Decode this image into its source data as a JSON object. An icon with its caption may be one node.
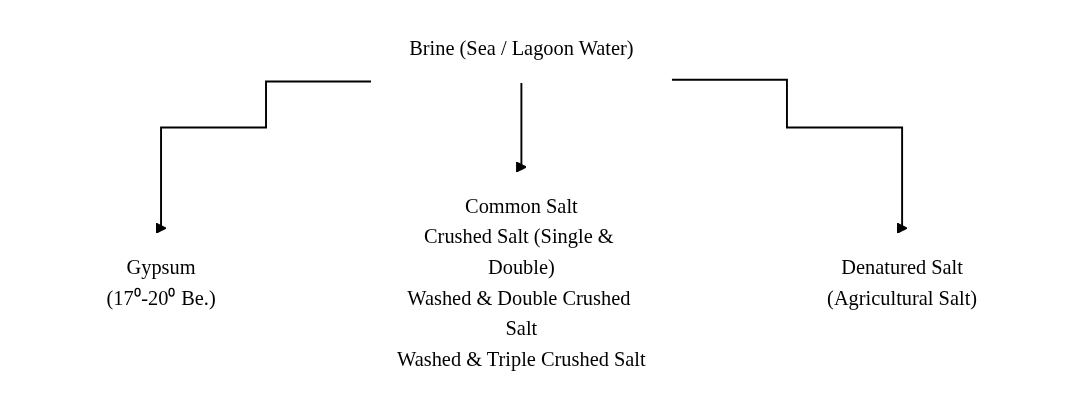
{
  "diagram": {
    "nodes": [
      {
        "text": [
          "Brine (Sea / Lagoon Water)"
        ]
      },
      {
        "text": [
          "Gypsum",
          "(17⁰-20⁰ Be.)"
        ]
      },
      {
        "text": [
          "Common Salt",
          "Crushed Salt (Single & Double)",
          "Washed & Double Crushed Salt",
          "Washed & Triple Crushed Salt"
        ]
      },
      {
        "text": [
          "Denatured Salt",
          "(Agricultural Salt)"
        ]
      }
    ],
    "edges": [
      {
        "from": 0,
        "to": 1,
        "arrow": "to"
      },
      {
        "from": 0,
        "to": 2,
        "arrow": "to"
      },
      {
        "from": 0,
        "to": 3,
        "arrow": "to"
      }
    ]
  }
}
